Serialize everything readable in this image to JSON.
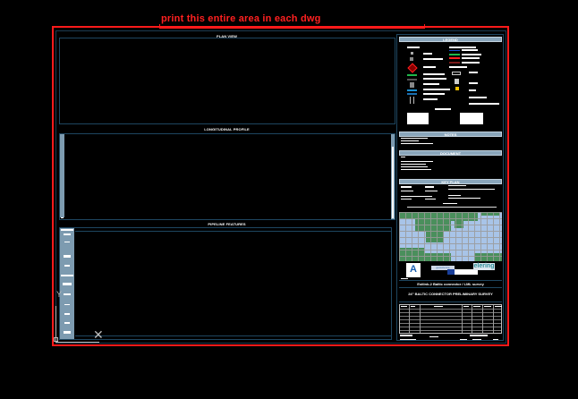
{
  "annotation": {
    "print_instruction": "print this entire area in each dwg",
    "frame_color": "#ff1a1a"
  },
  "viewports": {
    "plan_view": {
      "title": "PLAN VIEW"
    },
    "longitudinal_profile": {
      "title": "LONGITUDINAL PROFILE"
    },
    "pipeline_features": {
      "title": "PIPELINE FEATURES"
    }
  },
  "sidebar": {
    "legend": {
      "title": "LEGEND"
    },
    "notes": {
      "title": "NOTES"
    },
    "document": {
      "title": "DOCUMENT"
    },
    "key_plan": {
      "title": "KEY PLAN"
    }
  },
  "title_block": {
    "logos": {
      "left": "A",
      "middle": "geoscience",
      "right": "elering"
    },
    "project_line": "Estlink-2 Baltic connector / LML survey",
    "drawing_title": "24\" BALTIC CONNECTOR PRELIMINARY SURVEY"
  },
  "colors": {
    "background": "#000000",
    "viewport_border": "#1e4660",
    "section_header": "#8aa6bb",
    "map_water": "#a8c4e8",
    "map_land": "#4a8f5c",
    "print_frame": "#ff1a1a"
  }
}
